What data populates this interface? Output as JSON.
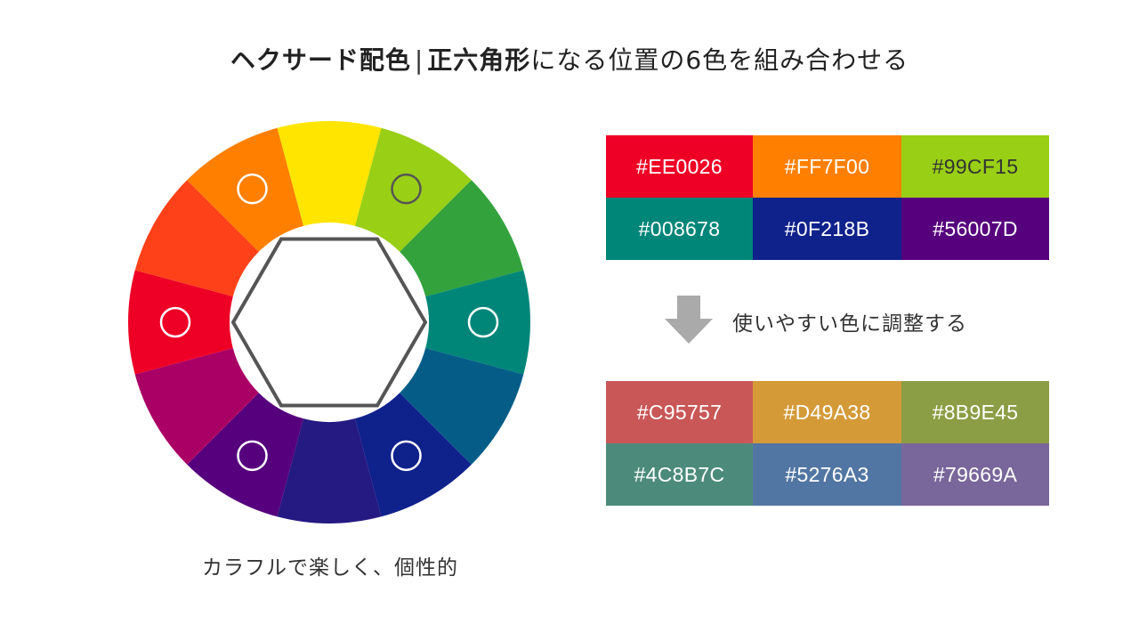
{
  "title": {
    "part1": "ヘクサード配色",
    "separator": "|",
    "part2": "正六角形",
    "part3": "になる位置の6色を組み合わせる"
  },
  "wheel": {
    "segment_colors": [
      "#FFE500",
      "#99CF15",
      "#33A23D",
      "#008678",
      "#055D87",
      "#0F218B",
      "#251982",
      "#56007D",
      "#AA0066",
      "#EE0026",
      "#FE4118",
      "#FF7F00"
    ],
    "selected_segments": [
      1,
      3,
      5,
      7,
      9,
      11
    ],
    "marker_color": "#FFFFFF",
    "marker_color_light_bg": "#555555",
    "hexagon_color": "#555555"
  },
  "palette_original": [
    {
      "label": "#EE0026",
      "color": "#EE0026",
      "text_color": "#FFFFFF"
    },
    {
      "label": "#FF7F00",
      "color": "#FF7F00",
      "text_color": "#FFFFFF"
    },
    {
      "label": "#99CF15",
      "color": "#99CF15",
      "text_color": "#333333"
    },
    {
      "label": "#008678",
      "color": "#008678",
      "text_color": "#FFFFFF"
    },
    {
      "label": "#0F218B",
      "color": "#0F218B",
      "text_color": "#FFFFFF"
    },
    {
      "label": "#56007D",
      "color": "#56007D",
      "text_color": "#FFFFFF"
    }
  ],
  "arrow": {
    "color": "#AAAAAA"
  },
  "adjust_label": "使いやすい色に調整する",
  "palette_adjusted": [
    {
      "label": "#C95757",
      "color": "#C95757",
      "text_color": "#FFFFFF"
    },
    {
      "label": "#D49A38",
      "color": "#D49A38",
      "text_color": "#FFFFFF"
    },
    {
      "label": "#8B9E45",
      "color": "#8B9E45",
      "text_color": "#FFFFFF"
    },
    {
      "label": "#4C8B7C",
      "color": "#4C8B7C",
      "text_color": "#FFFFFF"
    },
    {
      "label": "#5276A3",
      "color": "#5276A3",
      "text_color": "#FFFFFF"
    },
    {
      "label": "#79669A",
      "color": "#79669A",
      "text_color": "#FFFFFF"
    }
  ],
  "caption": "カラフルで楽しく、個性的"
}
